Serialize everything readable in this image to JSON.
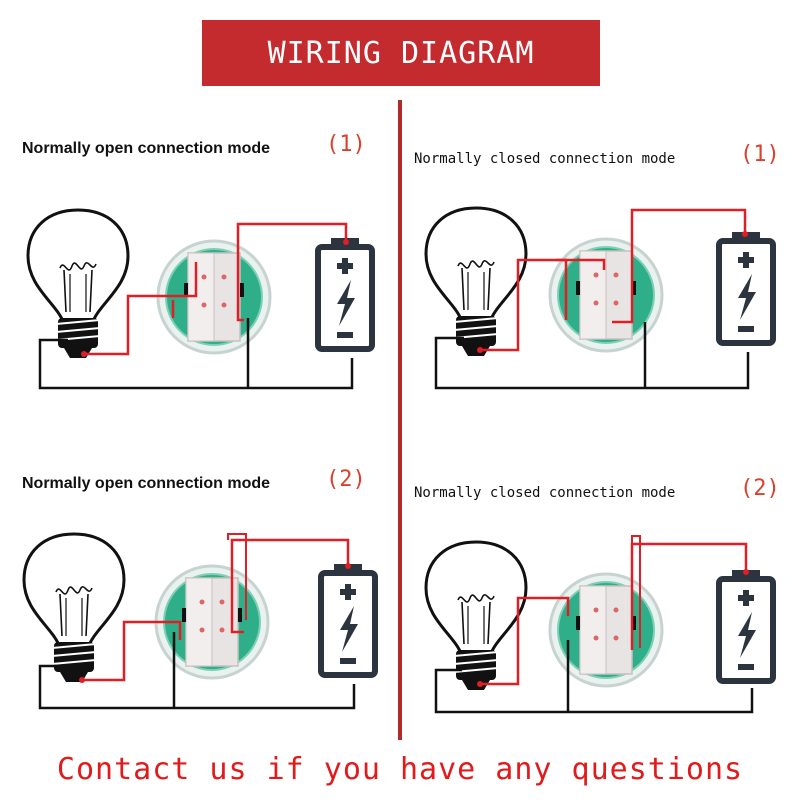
{
  "header": {
    "title": "WIRING DIAGRAM"
  },
  "panels": [
    {
      "label": "Normally open connection mode",
      "number": "(1)"
    },
    {
      "label": "Normally closed connection mode",
      "number": "(1)"
    },
    {
      "label": "Normally open connection mode",
      "number": "(2)"
    },
    {
      "label": "Normally closed connection mode",
      "number": "(2)"
    }
  ],
  "footer": {
    "text": "Contact us if you have any questions"
  },
  "colors": {
    "banner": "#c42b2f",
    "wire_red": "#e01e25",
    "wire_black": "#111111",
    "battery": "#2c3440",
    "switch_green": "#2fae8a",
    "label_number": "#d8412d",
    "footer_text": "#e11b1b"
  }
}
